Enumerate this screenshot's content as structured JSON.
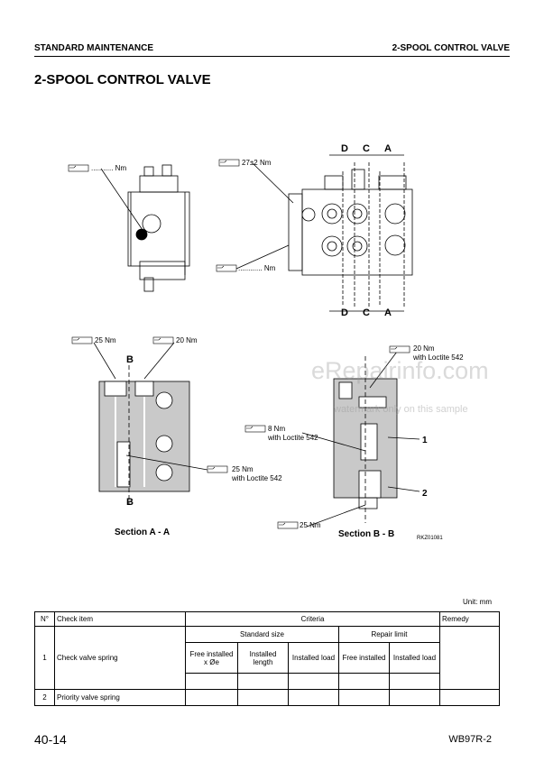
{
  "header": {
    "left": "STANDARD MAINTENANCE",
    "right": "2-SPOOL CONTROL VALVE"
  },
  "page_title": "2-SPOOL CONTROL VALVE",
  "figure": {
    "torque_nm": "........... Nm",
    "torque_27": "27±2 Nm",
    "torque_dots2": "............ Nm",
    "d": "D",
    "c": "C",
    "a": "A",
    "torque_25": "25 Nm",
    "torque_20": "20 Nm",
    "b": "B",
    "t_25_loctite_l1": "25 Nm",
    "t_25_loctite_l2": "with Loctite 542",
    "t_20_loctite_l1": "20 Nm",
    "t_20_loctite_l2": "with Loctite 542",
    "t_8_l1": "8 Nm",
    "t_8_l2": "with Loctite 542",
    "t_25b": "25 Nm",
    "callout_1": "1",
    "callout_2": "2",
    "nm_icon_text": "Nm",
    "section_aa": "Section A - A",
    "section_bb": "Section B - B",
    "ref_code": "RKZ01081"
  },
  "watermark": {
    "main": "eRepairinfo.com",
    "sub": "watermark only on this sample"
  },
  "unit_label": "Unit: mm",
  "table": {
    "h_no": "N°",
    "h_check": "Check item",
    "h_criteria": "Criteria",
    "h_remedy": "Remedy",
    "std_size": "Standard size",
    "repair_limit": "Repair limit",
    "col_free_x": "Free installed x Øe",
    "col_inst_len": "Installed length",
    "col_inst_load": "Installed load",
    "col_free_inst": "Free installed",
    "col_inst_load2": "Installed load",
    "row1_no": "1",
    "row1_item": "Check valve spring",
    "row2_no": "2",
    "row2_item": "Priority valve spring"
  },
  "footer": {
    "page": "40-14",
    "model": "WB97R-2"
  }
}
